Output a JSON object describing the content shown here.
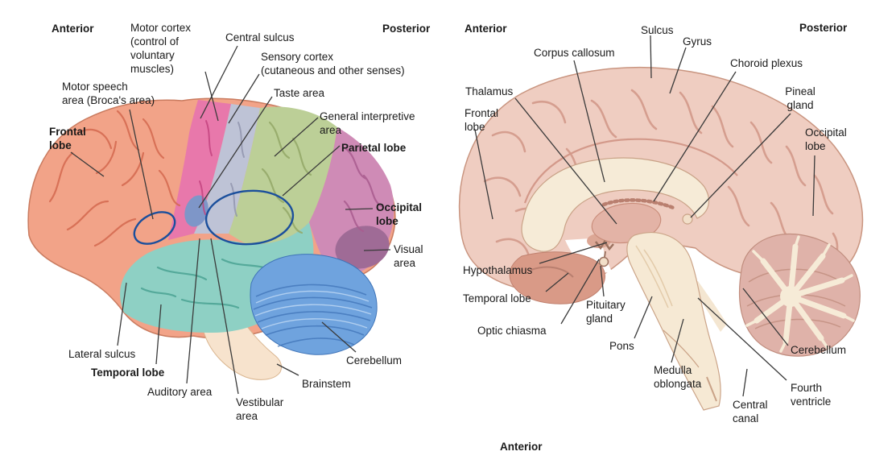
{
  "figures": {
    "left": {
      "view": "lateral view of brain",
      "labels": [
        {
          "id": "anterior-left",
          "lines": [
            "Anterior"
          ]
        },
        {
          "id": "motor-cortex",
          "lines": [
            "Motor cortex",
            "(control of",
            "voluntary",
            "muscles)"
          ]
        },
        {
          "id": "central-sulcus",
          "lines": [
            "Central sulcus"
          ]
        },
        {
          "id": "posterior-left",
          "lines": [
            "Posterior"
          ]
        },
        {
          "id": "sensory-cortex",
          "lines": [
            "Sensory cortex",
            "(cutaneous and other senses)"
          ]
        },
        {
          "id": "taste-area",
          "lines": [
            "Taste area"
          ]
        },
        {
          "id": "motor-speech-area",
          "lines": [
            "Motor speech",
            "area (Broca's area)"
          ]
        },
        {
          "id": "general-interpretive",
          "lines": [
            "General interpretive",
            "area"
          ]
        },
        {
          "id": "frontal-lobe",
          "lines": [
            "Frontal",
            "lobe"
          ]
        },
        {
          "id": "parietal-lobe",
          "lines": [
            "Parietal lobe"
          ]
        },
        {
          "id": "occipital-lobe",
          "lines": [
            "Occipital",
            "lobe"
          ]
        },
        {
          "id": "visual-area",
          "lines": [
            "Visual",
            "area"
          ]
        },
        {
          "id": "lateral-sulcus",
          "lines": [
            "Lateral sulcus"
          ]
        },
        {
          "id": "temporal-lobe",
          "lines": [
            "Temporal lobe"
          ]
        },
        {
          "id": "auditory-area",
          "lines": [
            "Auditory area"
          ]
        },
        {
          "id": "vestibular-area",
          "lines": [
            "Vestibular",
            "area"
          ]
        },
        {
          "id": "cerebellum",
          "lines": [
            "Cerebellum"
          ]
        },
        {
          "id": "brainstem",
          "lines": [
            "Brainstem"
          ]
        }
      ]
    },
    "right": {
      "view": "medial view of brain",
      "labels": [
        {
          "id": "anterior-top",
          "lines": [
            "Anterior"
          ]
        },
        {
          "id": "sulcus",
          "lines": [
            "Sulcus"
          ]
        },
        {
          "id": "gyrus",
          "lines": [
            "Gyrus"
          ]
        },
        {
          "id": "posterior",
          "lines": [
            "Posterior"
          ]
        },
        {
          "id": "corpus-callosum",
          "lines": [
            "Corpus callosum"
          ]
        },
        {
          "id": "choroid-plexus",
          "lines": [
            "Choroid plexus"
          ]
        },
        {
          "id": "thalamus",
          "lines": [
            "Thalamus"
          ]
        },
        {
          "id": "pineal-gland",
          "lines": [
            "Pineal",
            "gland"
          ]
        },
        {
          "id": "frontal-lobe",
          "lines": [
            "Frontal",
            "lobe"
          ]
        },
        {
          "id": "occipital-lobe",
          "lines": [
            "Occipital",
            "lobe"
          ]
        },
        {
          "id": "hypothalamus",
          "lines": [
            "Hypothalamus"
          ]
        },
        {
          "id": "temporal-lobe",
          "lines": [
            "Temporal lobe"
          ]
        },
        {
          "id": "optic-chiasma",
          "lines": [
            "Optic chiasma"
          ]
        },
        {
          "id": "pituitary-gland",
          "lines": [
            "Pituitary",
            "gland"
          ]
        },
        {
          "id": "pons",
          "lines": [
            "Pons"
          ]
        },
        {
          "id": "medulla-oblongata",
          "lines": [
            "Medulla",
            "oblongata"
          ]
        },
        {
          "id": "cerebellum",
          "lines": [
            "Cerebellum"
          ]
        },
        {
          "id": "fourth-ventricle",
          "lines": [
            "Fourth",
            "ventricle"
          ]
        },
        {
          "id": "central-canal",
          "lines": [
            "Central",
            "canal"
          ]
        },
        {
          "id": "anterior-bottom",
          "lines": [
            "Anterior"
          ]
        }
      ]
    }
  },
  "colors": {
    "frontal_lobe": "#F2A388",
    "motor_cortex_strip": "#E878AB",
    "sensory_strip": "#BEC3D6",
    "taste_area": "#7E96C8",
    "parietal_lobe": "#BCCF97",
    "occipital_lobe": "#CF8BB6",
    "visual_area": "#9F6B96",
    "temporal_lobe": "#8ED0C4",
    "cerebellum_lateral": "#6FA3DE",
    "brainstem_cream": "#F7E3CD",
    "medial_brain": "#EFCDC1",
    "medial_cream_structures": "#F6EBD7",
    "medial_cerebellum": "#DFB2A9",
    "annotation_ellipse": "#1B4F9C",
    "leader_line": "#3A3A3A",
    "label_text": "#1A1A1A"
  }
}
